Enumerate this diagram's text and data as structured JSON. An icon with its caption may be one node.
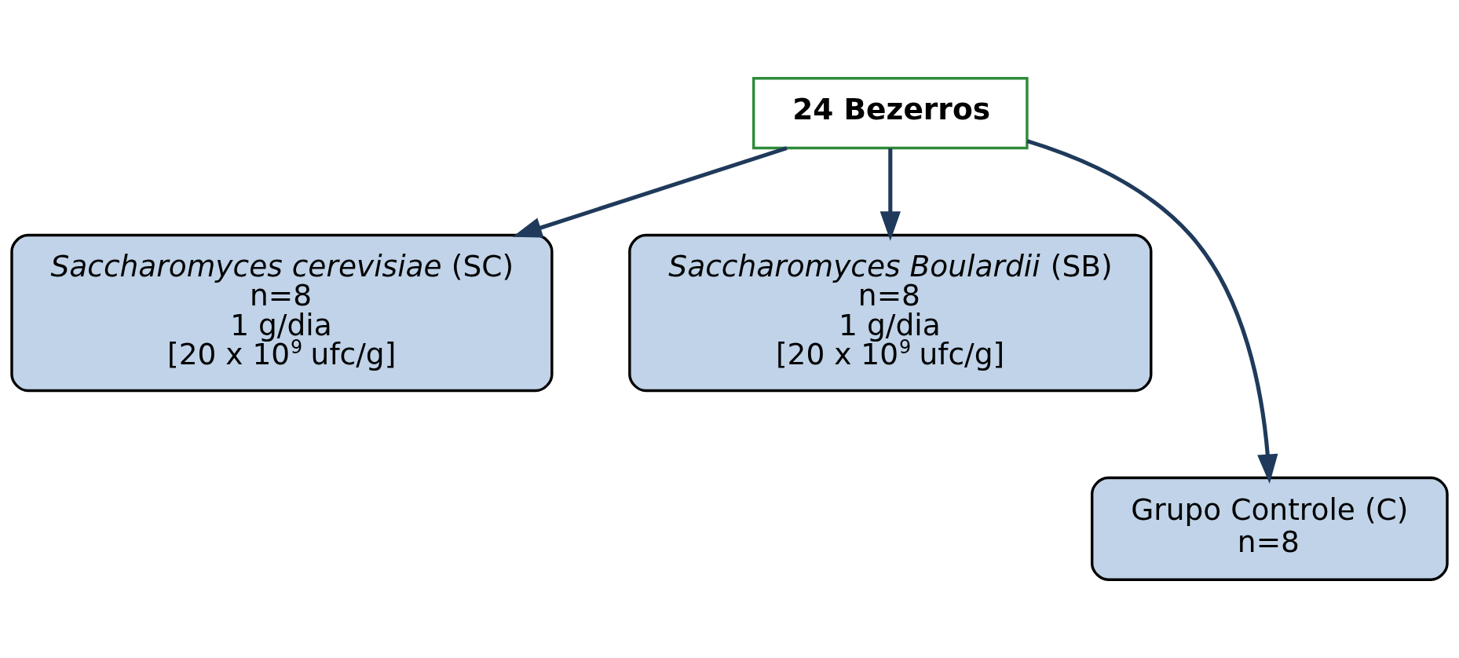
{
  "diagram": {
    "nodes": [
      {
        "text": [
          "24 Bezerros"
        ]
      },
      {
        "text": [
          "*Saccharomyces cerevisiae* (SC)",
          "n=8",
          "1 g/dia",
          "[20 x 10$^{9}$ ufc/g]"
        ]
      },
      {
        "text": [
          "*Saccharomyces Boulardii* (SB)",
          "n=8",
          "1 g/dia",
          "[20 x 10$^{9}$ ufc/g]"
        ]
      },
      {
        "text": [
          "Grupo Controle (C)",
          "n=8"
        ]
      }
    ],
    "edges": [
      {
        "from": 0,
        "to": 1,
        "arrow": "to"
      },
      {
        "from": 0,
        "to": 2,
        "arrow": "to"
      },
      {
        "from": 0,
        "to": 3,
        "arrow": "to"
      }
    ]
  }
}
